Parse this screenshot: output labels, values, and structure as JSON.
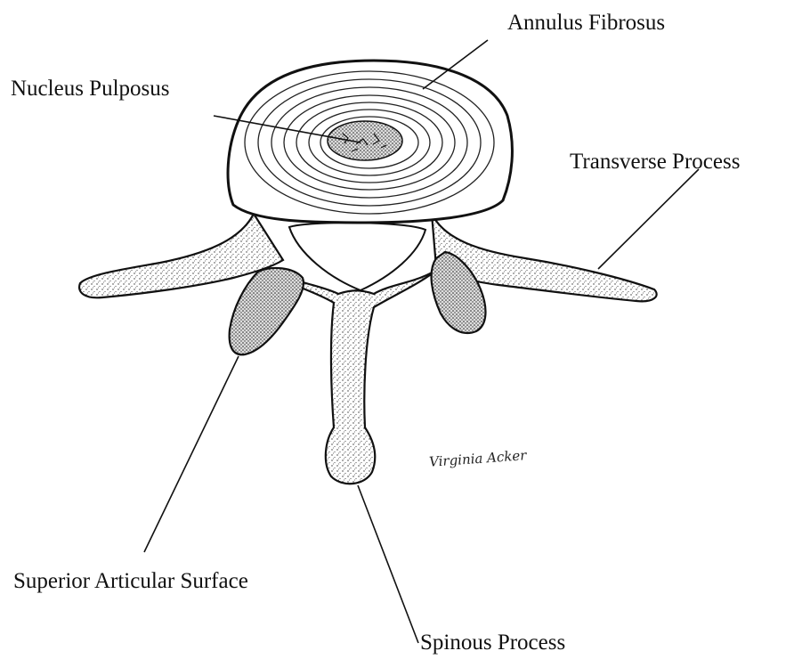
{
  "labels": {
    "annulus": "Annulus Fibrosus",
    "nucleus": "Nucleus Pulposus",
    "transverse": "Transverse Process",
    "superior": "Superior Articular Surface",
    "spinous": "Spinous Process"
  },
  "signature": "Virginia Acker",
  "colors": {
    "ink": "#111111",
    "background": "#ffffff"
  }
}
